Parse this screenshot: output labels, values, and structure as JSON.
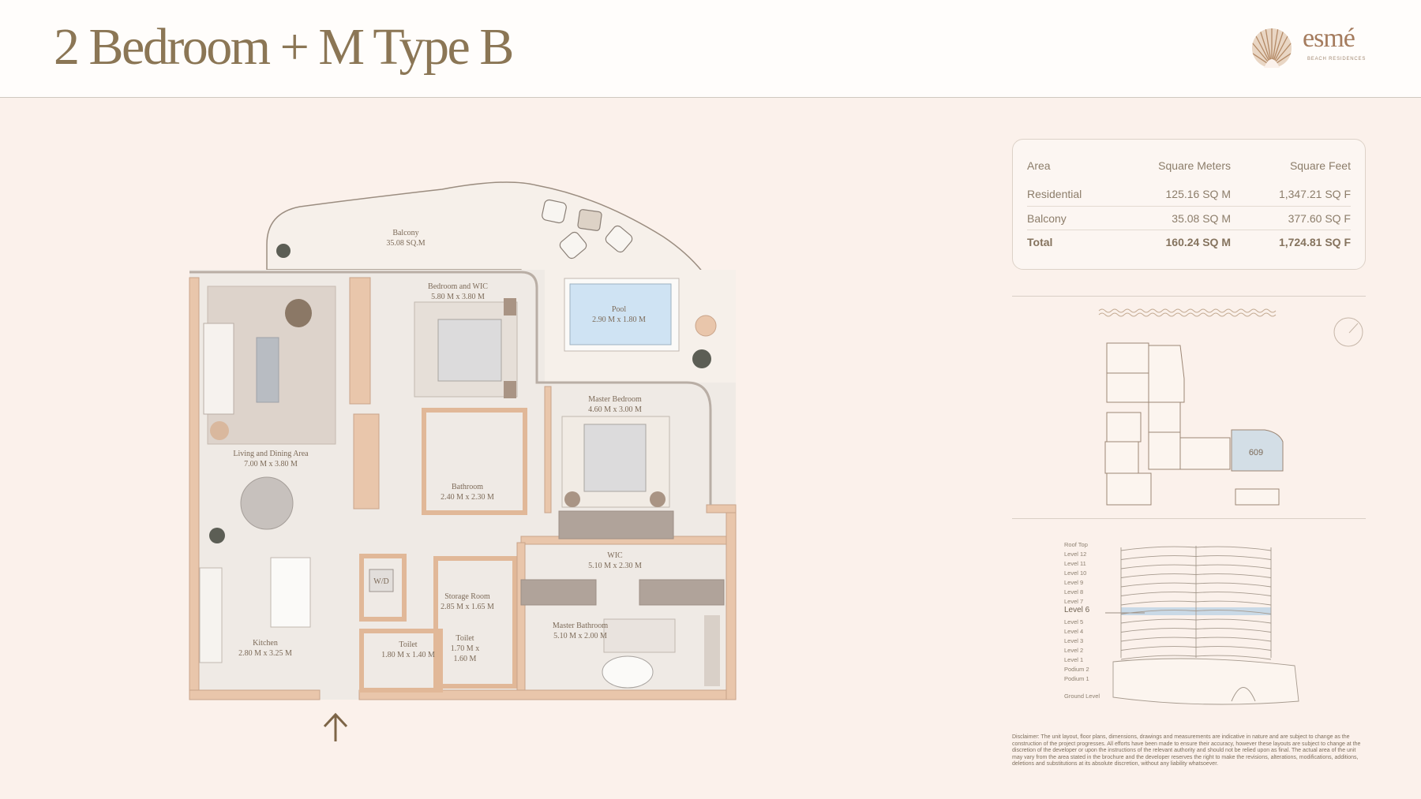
{
  "header": {
    "title": "2 Bedroom + M Type B",
    "logo": {
      "name": "esmé",
      "tagline": "BEACH RESIDENCES"
    }
  },
  "area_table": {
    "columns": [
      "Area",
      "Square Meters",
      "Square Feet"
    ],
    "rows": [
      {
        "area": "Residential",
        "sqm": "125.16 SQ M",
        "sqft": "1,347.21 SQ F"
      },
      {
        "area": "Balcony",
        "sqm": "35.08 SQ M",
        "sqft": "377.60 SQ F"
      },
      {
        "area": "Total",
        "sqm": "160.24 SQ M",
        "sqft": "1,724.81 SQ F"
      }
    ]
  },
  "floor_plan": {
    "rooms": {
      "balcony": {
        "name": "Balcony",
        "size": "35.08 SQ.M"
      },
      "bedroom_wic": {
        "name": "Bedroom and WIC",
        "size": "5.80 M x 3.80 M"
      },
      "pool": {
        "name": "Pool",
        "size": "2.90 M x 1.80 M"
      },
      "living": {
        "name": "Living and Dining Area",
        "size": "7.00 M x 3.80 M"
      },
      "master_bedroom": {
        "name": "Master Bedroom",
        "size": "4.60 M x 3.00 M"
      },
      "bathroom": {
        "name": "Bathroom",
        "size": "2.40 M x 2.30 M"
      },
      "wic": {
        "name": "WIC",
        "size": "5.10 M x 2.30 M"
      },
      "storage": {
        "name": "Storage Room",
        "size": "2.85 M x 1.65 M"
      },
      "master_bathroom": {
        "name": "Master Bathroom",
        "size": "5.10 M x 2.00 M"
      },
      "kitchen": {
        "name": "Kitchen",
        "size": "2.80 M x 3.25 M"
      },
      "toilet1": {
        "name": "Toilet",
        "size": "1.80 M x 1.40 M"
      },
      "toilet2": {
        "name": "Toilet",
        "size_line1": "1.70 M x",
        "size_line2": "1.60 M"
      },
      "wd": {
        "name": "W/D"
      }
    }
  },
  "key_plan": {
    "unit": "609"
  },
  "elevation": {
    "levels": [
      "Roof Top",
      "Level 12",
      "Level 11",
      "Level 10",
      "Level 9",
      "Level 8",
      "Level 7",
      "Level 6",
      "Level 5",
      "Level 4",
      "Level 3",
      "Level 2",
      "Level 1",
      "Podium 2",
      "Podium 1",
      "Ground Level"
    ],
    "highlighted": "Level 6"
  },
  "disclaimer": "Disclaimer: The unit layout, floor plans, dimensions, drawings and measurements are indicative in nature and are subject to change as the construction of the project progresses. All efforts have been made to ensure their accuracy, however these layouts are subject to change at the discretion of the developer or upon the instructions of the relevant authority and should not be relied upon as final. The actual area of the unit may vary from the area stated in the brochure and the developer reserves the right to make the revisions, alterations, modifications, additions, deletions and substitutions at its absolute discretion, without any liability whatsoever.",
  "colors": {
    "brand": "#8b7655",
    "wall": "#e9c6ab",
    "pool": "#cfe3f3",
    "highlight": "#c9d9e6"
  }
}
